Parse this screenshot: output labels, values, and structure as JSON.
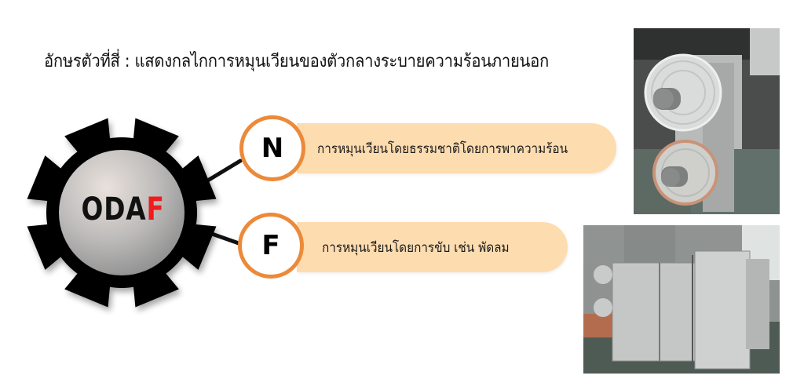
{
  "title": "อักษรตัวที่สี่ : แสดงกลไกการหมุนเวียนของตัวกลางระบายความร้อนภายนอก",
  "hub": {
    "label_main": "ODA",
    "label_accent": "F",
    "icon": "gear-icon",
    "accent_color": "#ee1c1c"
  },
  "branches": [
    {
      "letter": "N",
      "description": "การหมุนเวียนโดยธรรมชาติโดยการพาความร้อน"
    },
    {
      "letter": "F",
      "description": "การหมุนเวียนโดยการขับ เช่น พัดลม"
    }
  ],
  "colors": {
    "badge_border": "#ec8a3a",
    "pill_fill": "#fddcb0",
    "gear": "#000000"
  },
  "photos": [
    {
      "subject": "transformer-radiator-with-cooling-fans"
    },
    {
      "subject": "transformer-radiator-panels"
    }
  ]
}
